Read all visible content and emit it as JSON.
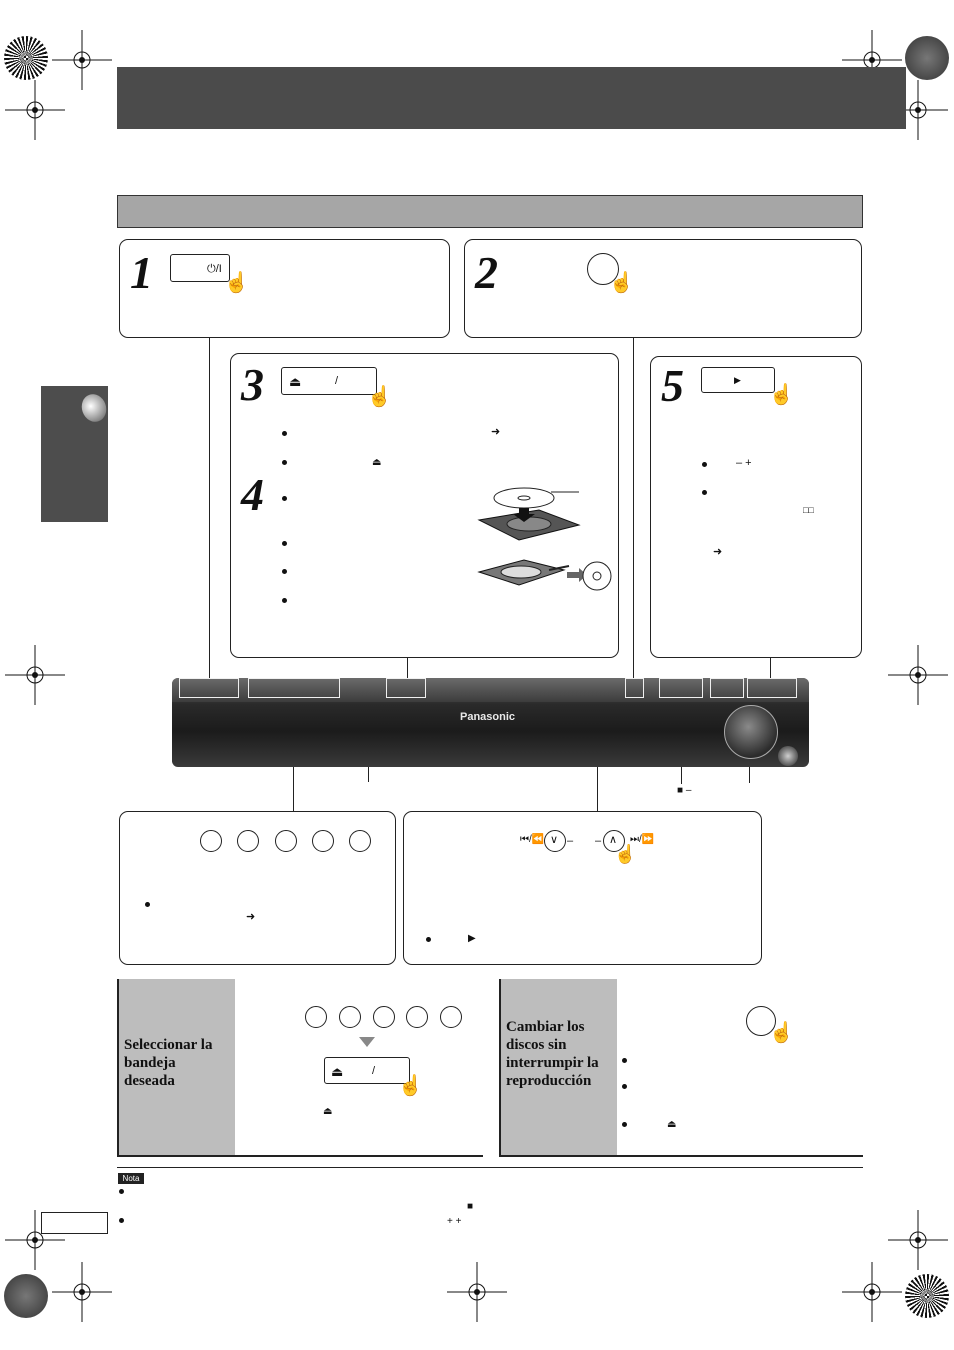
{
  "steps": {
    "s1": "1",
    "s2": "2",
    "s3": "3",
    "s4": "4",
    "s5": "5"
  },
  "buttons": {
    "power": "⏻/I",
    "open_close_eject": "⏏",
    "open_close_slash": "/",
    "play": "▶",
    "stop": "■",
    "skip_prev": "⏮/⏪",
    "skip_next": "⏭/⏩",
    "prev_v": "∨",
    "next_a": "∧",
    "minus": "–",
    "plus": "+"
  },
  "text": {
    "arrow": "➜",
    "eject": "⏏",
    "minus_plus": "–  +",
    "dolby": "□□",
    "stop_minus": "■   –",
    "plus_plus": "+   +",
    "play_glyph": "▶"
  },
  "device": {
    "brand": "Panasonic"
  },
  "sections": {
    "select_tray": "Seleccionar la bandeja deseada",
    "change_discs": "Cambiar los discos sin interrumpir la reproducción"
  },
  "note": {
    "label": "Nota"
  },
  "colors": {
    "title_bar": "#4b4b4b",
    "sub_bar": "#a6a6a6",
    "side_tab": "#4d4d4d",
    "label_column": "#bdbdbd"
  }
}
